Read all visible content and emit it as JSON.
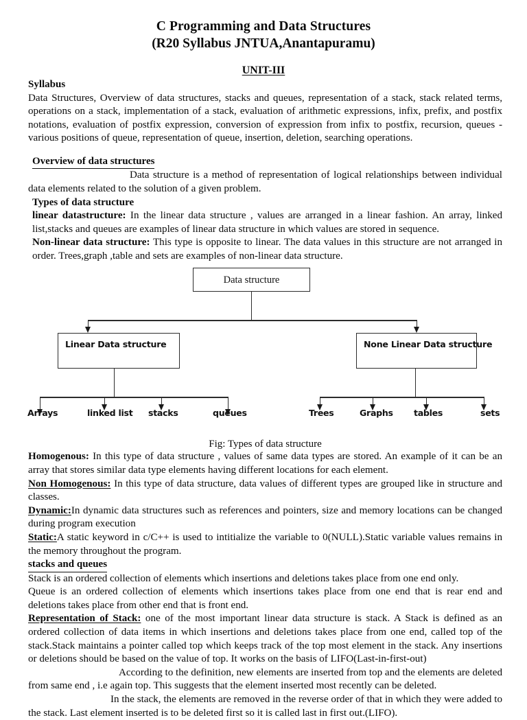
{
  "document": {
    "title": "C Programming and Data Structures",
    "subtitle": "(R20 Syllabus JNTUA,Anantapuramu)",
    "unit_heading": "UNIT-III"
  },
  "syllabus": {
    "heading": "Syllabus",
    "body": "Data Structures, Overview of data structures, stacks and queues, representation of a  stack,  stack related terms, operations on a stack, implementation of a stack, evaluation of arithmetic expressions, infix, prefix, and postfix notations, evaluation of postfix expression, conversion of expression  from  infix to postfix, recursion, queues - various positions of queue, representation of queue, insertion, deletion, searching operations."
  },
  "overview": {
    "heading": "Overview of data structures",
    "definition": "Data structure is a method of representation of logical relationships between individual data elements related to the solution of a given problem.",
    "types_heading": "Types of data structure",
    "linear_term": "linear datastructure:",
    "linear_body": " In the linear data structure , values are arranged in a linear fashion. An array, linked list,stacks and queues are examples of linear data structure in which values are stored in sequence.",
    "nonlinear_term": "Non-linear data structure:",
    "nonlinear_body": " This type is opposite to linear. The data values in this structure are not arranged in order. Trees,graph ,table and sets are examples of non-linear data structure."
  },
  "diagram": {
    "root": "Data structure",
    "left_node": "Linear Data structure",
    "right_node": "None Linear Data structure",
    "left_leaves": [
      "Arrays",
      "linked list",
      "stacks",
      "queues"
    ],
    "right_leaves": [
      "Trees",
      "Graphs",
      "tables",
      "sets"
    ],
    "caption": "Fig: Types of data structure",
    "line_color": "#2b2b2b"
  },
  "classification": {
    "homogenous_term": "Homogenous:",
    "homogenous_body": " In this type of data structure , values of same data types are stored. An example of it can be an array that stores similar data type elements having different locations for each element.",
    "non_homogenous_term": "Non Homogenous:",
    "non_homogenous_body": " In this type of data structure, data values of different types are grouped like in structure and classes.",
    "dynamic_term": "Dynamic:",
    "dynamic_body": "In dynamic data structures such as references and pointers, size and memory locations can be changed during program execution",
    "static_term": "Static:",
    "static_body": "A static keyword in c/C++ is used to intitialize the variable to 0(NULL).Static variable values remains in the memory throughout the program."
  },
  "stacks_queues": {
    "heading": "stacks and queues",
    "stack_def": "Stack is an ordered collection of elements which insertions and deletions takes place from one end only.",
    "queue_def": "Queue is an ordered collection of elements which insertions takes place from one end that is rear end and deletions takes place from other end that is front end.",
    "representation_term": "Representation of Stack:",
    "representation_body": "  one of the most important linear data structure is stack. A Stack is defined as an ordered collection of data items in which insertions and deletions takes place from one end, called top of the stack.Stack maintains a pointer called top which keeps track of the top most element in the stack. Any insertions or deletions should be based on the value of top. It works on the basis of LIFO(Last-in-first-out)",
    "para_according": "According to the definition, new elements are inserted from top and the elements are deleted from same end , i.e again top. This suggests that the element inserted most recently can be deleted.",
    "para_inthestack": "In the stack, the elements are removed in the reverse order of that in which they were added to the stack. Last element inserted is to be deleted first so it is called last in first out.(LIFO)."
  }
}
